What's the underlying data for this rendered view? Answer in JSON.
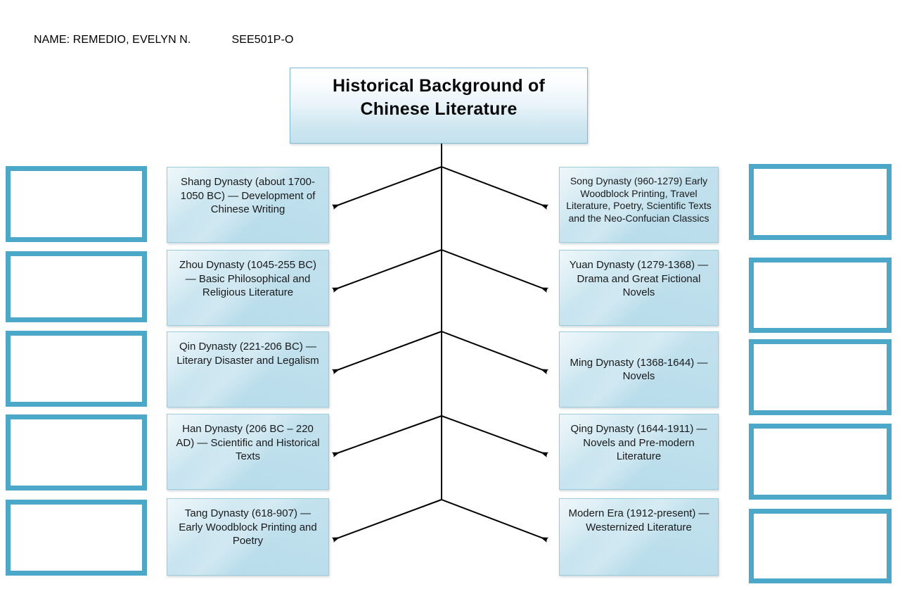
{
  "header": {
    "name_label": "NAME: REMEDIO, EVELYN N.",
    "course_code": "SEE501P-O"
  },
  "title": {
    "line1": "Historical Background of",
    "line2": "Chinese Literature"
  },
  "left_column": [
    {
      "text": "Shang Dynasty (about 1700-1050 BC) — Development of Chinese Writing"
    },
    {
      "text": "Zhou Dynasty (1045-255 BC) — Basic Philosophical and Religious Literature"
    },
    {
      "text": "Qin Dynasty (221-206 BC) — Literary Disaster and Legalism"
    },
    {
      "text": "Han Dynasty (206 BC – 220 AD) — Scientific and Historical Texts"
    },
    {
      "text": "Tang Dynasty (618-907) — Early Woodblock Printing and Poetry"
    }
  ],
  "right_column": [
    {
      "text": "Song Dynasty (960-1279) Early Woodblock Printing, Travel Literature, Poetry, Scientific Texts and the Neo-Confucian Classics"
    },
    {
      "text": "Yuan Dynasty (1279-1368) — Drama and Great Fictional Novels"
    },
    {
      "text": "Ming Dynasty (1368-1644) — Novels"
    },
    {
      "text": "Qing Dynasty (1644-1911) — Novels and Pre-modern Literature"
    },
    {
      "text": "Modern Era (1912-present) — Westernized Literature"
    }
  ],
  "blank_boxes_left": [
    {
      "text": ""
    },
    {
      "text": ""
    },
    {
      "text": ""
    },
    {
      "text": ""
    },
    {
      "text": ""
    }
  ],
  "blank_boxes_right": [
    {
      "text": ""
    },
    {
      "text": ""
    },
    {
      "text": ""
    },
    {
      "text": ""
    },
    {
      "text": ""
    }
  ],
  "colors": {
    "border_blue": "#4BA8C9",
    "box_fill_light": "#d9edf4",
    "box_fill_dark": "#a9d5e6",
    "connector_black": "#000000",
    "text_black": "#1a1a1a"
  }
}
